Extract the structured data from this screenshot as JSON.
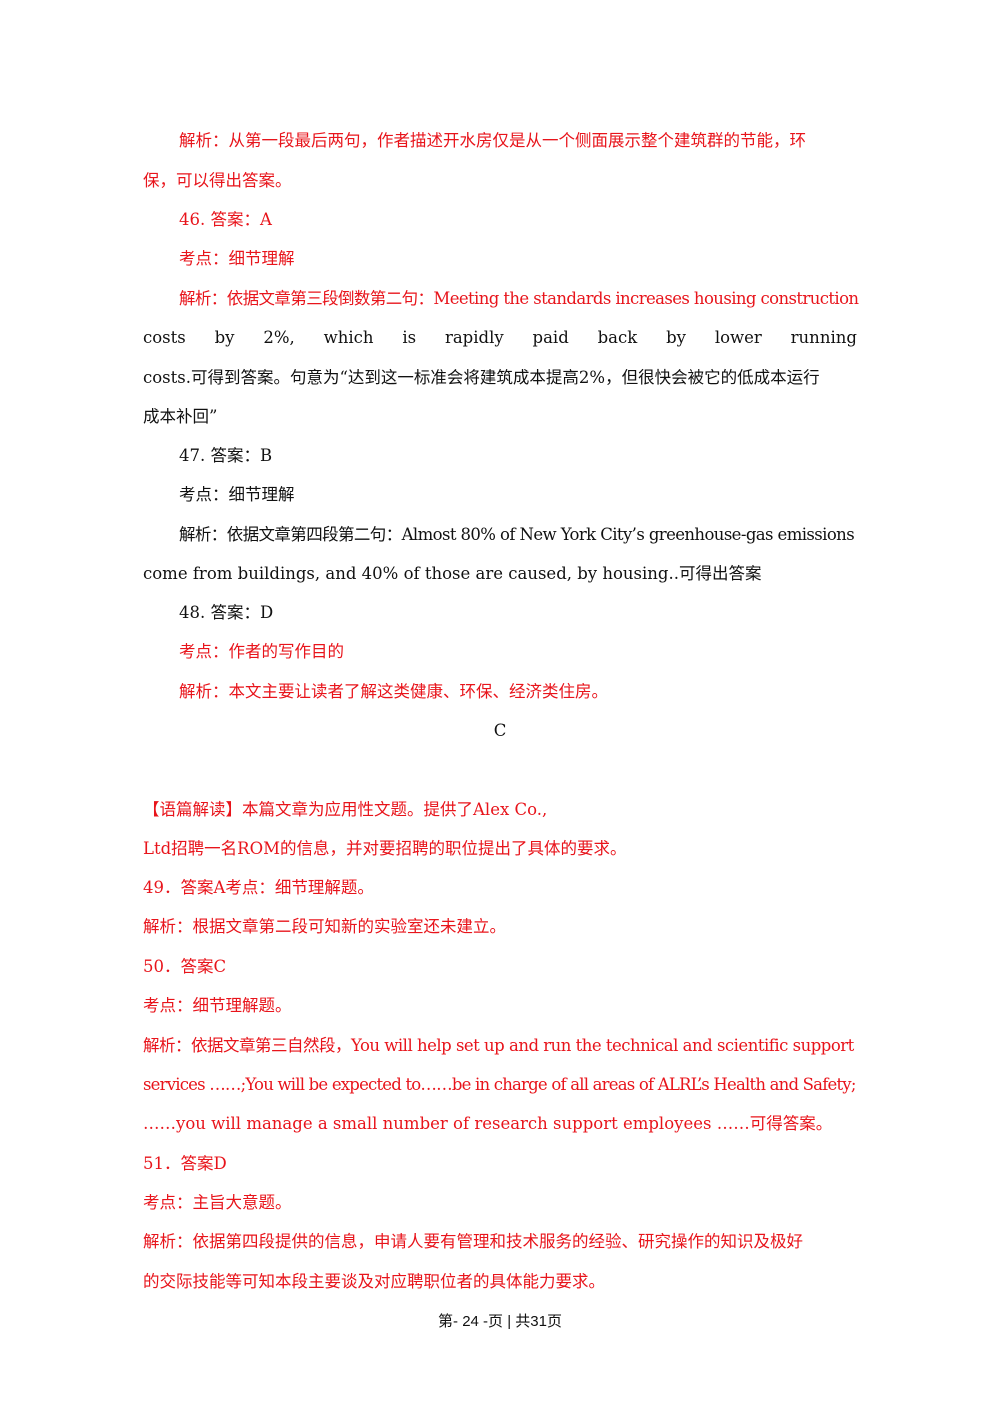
{
  "blocks": {
    "l1": "解析：从第一段最后两句，作者描述开水房仅是从一个侧面展示整个建筑群的节能，环",
    "l2": "保，可以得出答案。",
    "l3": "46. 答案：A",
    "l4": "考点：细节理解",
    "l5": "解析：依据文章第三段倒数第二句：Meeting the standards increases housing construction",
    "l6_words": [
      "costs",
      "by",
      "2%,",
      "which",
      "is",
      "rapidly",
      "paid",
      "back",
      "by",
      "lower",
      "running"
    ],
    "l7": "costs.可得到答案。句意为“达到这一标准会将建筑成本提高2%，但很快会被它的低成本运行",
    "l8": "成本补回”",
    "l9": "47. 答案：B",
    "l10": "考点：细节理解",
    "l11": "解析：依据文章第四段第二句：Almost 80% of New York City’s greenhouse-gas emissions",
    "l12": "come from buildings, and 40% of those are caused, by housing..可得出答案",
    "l13": "48. 答案：D",
    "l14": "考点：作者的写作目的",
    "l15": "解析：本文主要让读者了解这类健康、环保、经济类住房。",
    "l16": "C",
    "l17": "【语篇解读】本篇文章为应用性文题。提供了Alex Co.,",
    "l18": "Ltd招聘一名ROM的信息，并对要招聘的职位提出了具体的要求。",
    "l19": "49．答案A考点：细节理解题。",
    "l20": "解析：根据文章第二段可知新的实验室还未建立。",
    "l21": "50．答案C",
    "l22": "考点：细节理解题。",
    "l23": "解析：依据文章第三自然段，You will help set up and run the technical and scientific support",
    "l24": "services ……;You will be expected to……be in charge of all areas of ALRL’s Health and Safety;",
    "l25": "……you will manage a small number of research support employees ……可得答案。",
    "l26": "51．答案D",
    "l27": "考点：主旨大意题。",
    "l28": "解析：依据第四段提供的信息，申请人要有管理和技术服务的经验、研究操作的知识及极好",
    "l29": "的交际技能等可知本段主要谈及对应聘职位者的具体能力要求。"
  },
  "footer": "第- 24 -页 | 共31页",
  "colors": {
    "red": "#e8141b",
    "black": "#111111"
  }
}
